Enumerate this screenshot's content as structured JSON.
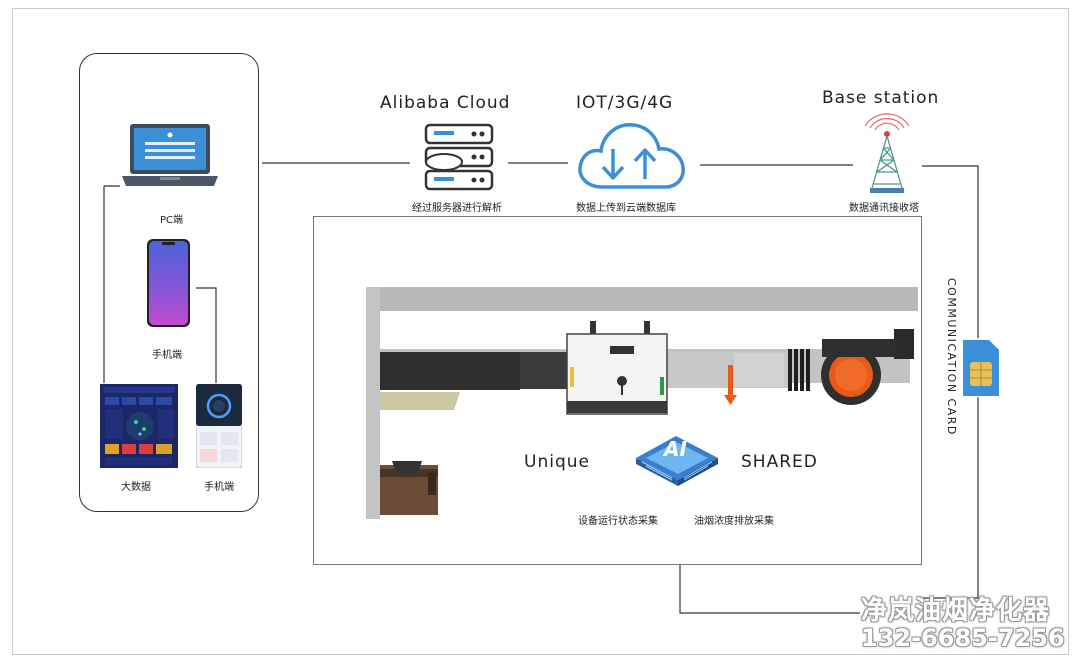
{
  "left_panel": {
    "pc_label": "PC端",
    "mobile_label": "手机端",
    "bigdata_label": "大数据",
    "mobile_label_2": "手机端"
  },
  "cloud": {
    "title": "Alibaba Cloud",
    "caption": "经过服务器进行解析"
  },
  "network": {
    "title": "IOT/3G/4G",
    "caption": "数据上传到云端数据库"
  },
  "base_station": {
    "title": "Base station",
    "caption": "数据通讯接收塔"
  },
  "communication_card": {
    "label": "COMMUNICATION CARD"
  },
  "device_area": {
    "unique_label": "Unique",
    "shared_label": "SHARED",
    "ai_chip_text": "AI",
    "status_caption": "设备运行状态采集",
    "oil_caption": "油烟浓度排放采集"
  },
  "watermark": {
    "company": "净岚油烟净化器",
    "phone": "132-6685-7256"
  },
  "colors": {
    "line": "#333333",
    "accent_blue": "#3b8fd6",
    "fan_orange": "#e85a1a",
    "duct_gray": "#b8b8b8"
  }
}
